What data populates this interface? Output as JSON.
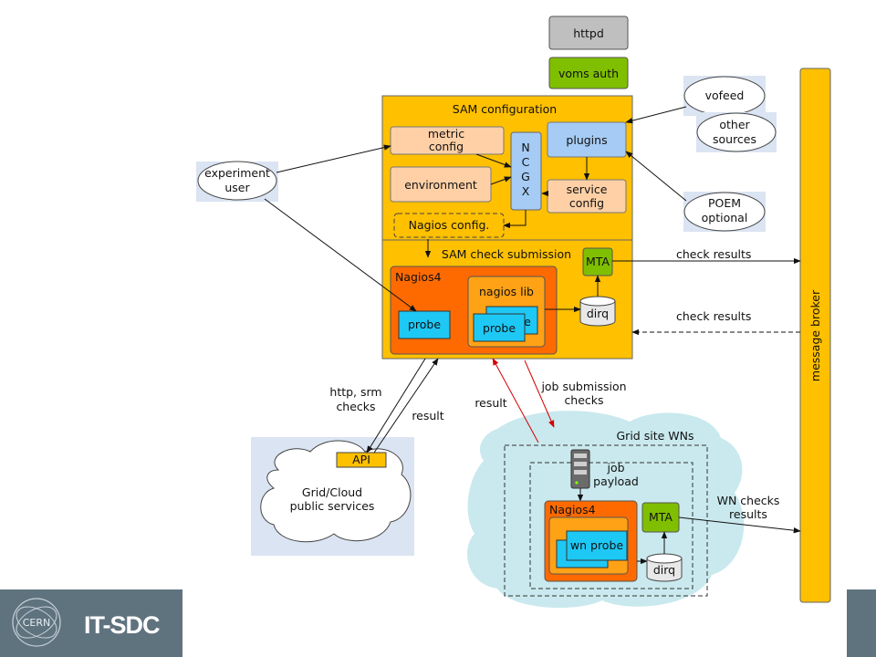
{
  "footer": {
    "org_logo_text": "CERN",
    "group_label": "IT-SDC"
  },
  "top_services": {
    "httpd": "httpd",
    "voms_auth": "voms auth"
  },
  "sam_configuration": {
    "title": "SAM configuration",
    "metric_config": [
      "metric",
      "config"
    ],
    "environment": "environment",
    "ncgx": [
      "N",
      "C",
      "G",
      "X"
    ],
    "plugins": "plugins",
    "service_config": [
      "service",
      "config"
    ],
    "nagios_config": "Nagios config."
  },
  "sam_check_submission": {
    "title": "SAM check submission",
    "nagios4": "Nagios4",
    "probe": "probe",
    "nagios_lib": "nagios lib",
    "probe_stack_front": "probe",
    "probe_stack_back": "e",
    "mta": "MTA",
    "dirq": "dirq"
  },
  "sources": {
    "vofeed": "vofeed",
    "other_sources": [
      "other",
      "sources"
    ],
    "poem": [
      "POEM",
      "optional"
    ],
    "experiment_user": [
      "experiment",
      "user"
    ]
  },
  "message_broker": "message broker",
  "edge_labels": {
    "check_results_out": "check results",
    "check_results_in": "check results",
    "http_srm_checks": [
      "http, srm",
      "checks"
    ],
    "result_left": "result",
    "result_right": "result",
    "job_submission_checks": [
      "job submission",
      "checks"
    ],
    "wn_checks_results": [
      "WN checks",
      "results"
    ]
  },
  "grid_cloud": {
    "api": "API",
    "label": [
      "Grid/Cloud",
      "public services"
    ]
  },
  "grid_site": {
    "title": "Grid site WNs",
    "job_payload": [
      "job",
      "payload"
    ],
    "nagios4": "Nagios4",
    "wn_probe": "wn probe",
    "mta": "MTA",
    "dirq": "dirq"
  },
  "colors": {
    "sam_yellow": "#ffc000",
    "nagios_orange": "#ff6a00",
    "inner_orange": "#ffa215",
    "config_peach": "#ffd0a6",
    "light_blue": "#a6cbf4",
    "probe_cyan": "#1ec8f5",
    "mta_green": "#7fbf00",
    "cloud_bg_blue": "#dbe4f2",
    "cloud_bg_teal": "#c9e9ee",
    "footer_slate": "#5f737f",
    "arrow_red": "#d40000"
  }
}
